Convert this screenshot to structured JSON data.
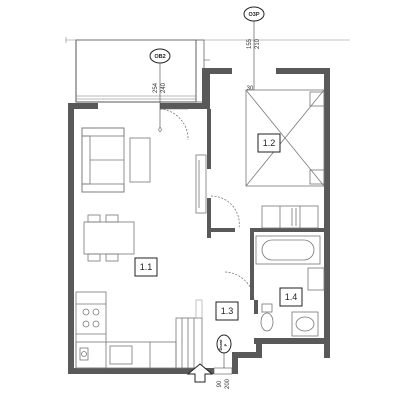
{
  "rooms": [
    {
      "id": "1.1"
    },
    {
      "id": "1.2"
    },
    {
      "id": "1.3"
    },
    {
      "id": "1.4"
    }
  ],
  "markers": {
    "window_left": {
      "code": "OB2",
      "dim_a": "254",
      "dim_b": "240"
    },
    "window_top": {
      "code": "O3P",
      "dim_a": "155",
      "dim_b": "210",
      "dim_c": "30"
    },
    "entrance": {
      "code": "Drzwi\nP",
      "dim_a": "90",
      "dim_b": "200"
    }
  },
  "colors": {
    "wall": "#595959",
    "line": "#222222",
    "furniture": "#777777"
  }
}
